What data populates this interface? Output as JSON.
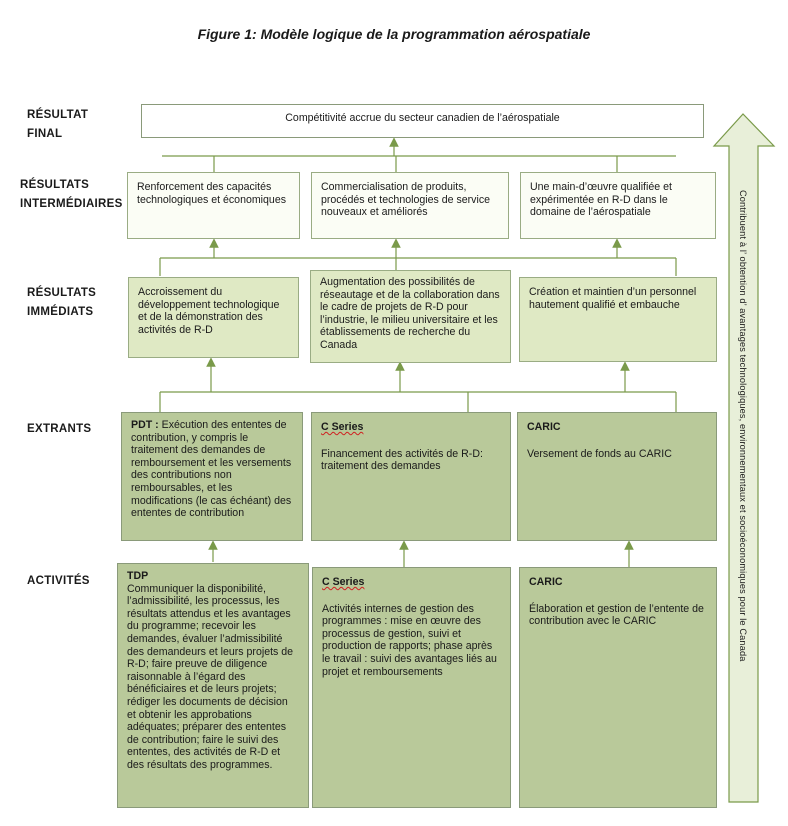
{
  "title": "Figure 1: Modèle logique de la programmation aérospatiale",
  "row_labels": {
    "final": "RÉSULTAT\nFINAL",
    "intermediate": "RÉSULTATS\nINTERMÉDIAIRES",
    "immediate": "RÉSULTATS\nIMMÉDIATS",
    "outputs": "EXTRANTS",
    "activities": "ACTIVITÉS"
  },
  "final_outcome": "Compétitivité accrue du secteur canadien de l’aérospatiale",
  "intermediate_outcomes": [
    "Renforcement des capacités technologiques et économiques",
    "Commercialisation de produits, procédés et technologies de service nouveaux et améliorés",
    "Une main-d’œuvre qualifiée et expérimentée en R-D dans le domaine de l’aérospatiale"
  ],
  "immediate_outcomes": [
    "Accroissement du développement technologique et de la démonstration des activités de R-D",
    "Augmentation des possibilités de réseautage et de la collaboration dans le cadre de projets de R-D pour l’industrie, le milieu universitaire et les établissements de recherche du Canada",
    "Création et maintien d’un personnel hautement qualifié et embauche"
  ],
  "outputs": [
    {
      "head": "PDT :",
      "body": "Exécution des ententes de contribution, y compris le traitement des demandes de remboursement et les versements des contributions non remboursables, et les modifications (le cas échéant) des ententes de contribution"
    },
    {
      "head": "C Series",
      "body": "Financement des activités de R-D: traitement des demandes"
    },
    {
      "head": "CARIC",
      "body": "Versement de fonds au CARIC"
    }
  ],
  "activities": [
    {
      "head": "TDP",
      "body": "Communiquer la disponibilité, l’admissibilité, les processus, les résultats attendus et les avantages du programme; recevoir les demandes, évaluer l’admissibilité des demandeurs et leurs projets de R-D; faire preuve de diligence raisonnable à l’égard des bénéficiaires et de leurs projets; rédiger les documents de décision et obtenir les approbations adéquates; préparer des ententes de contribution; faire le suivi des ententes, des activités de R-D et des résultats des programmes."
    },
    {
      "head": "C Series",
      "body": "Activités internes de gestion des programmes : mise en œuvre des processus de gestion, suivi et production de rapports; phase après le travail : suivi des avantages liés au projet et remboursements"
    },
    {
      "head": "CARIC",
      "body": "Élaboration et gestion de l’entente de contribution avec le CARIC"
    }
  ],
  "side_arrow_text": "Contribuent à l’ obtention d’ avantages technologiques, environnementaux et socioéconomiques pour le Canada",
  "colors": {
    "line": "#7a9a4a",
    "light_fill": "#fbfdf5",
    "mid_fill": "#dfe9c4",
    "dark_fill": "#b9c99a",
    "border": "#9aac84"
  }
}
